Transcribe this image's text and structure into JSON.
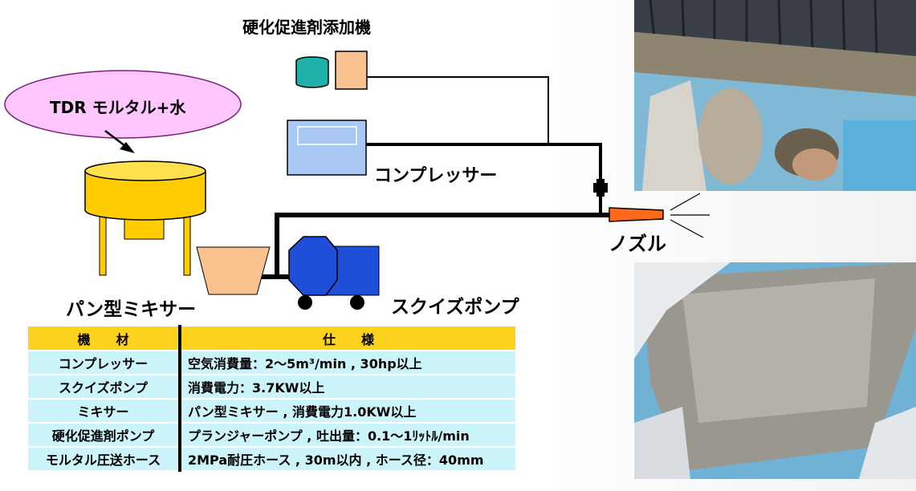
{
  "labels": {
    "accelerator_machine": "硬化促進剤添加機",
    "material_bubble": "TDR モルタル+水",
    "compressor": "コンプレッサー",
    "nozzle": "ノズル",
    "pan_mixer": "パン型ミキサー",
    "squeeze_pump": "スクイズポンプ"
  },
  "table": {
    "headers": [
      "機　　材",
      "仕　　様"
    ],
    "rows": [
      {
        "equipment": "コンプレッサー",
        "spec": "空気消費量：2～5m³/min , 30hp以上"
      },
      {
        "equipment": "スクイズポンプ",
        "spec": "消費電力：3.7KW以上"
      },
      {
        "equipment": "ミキサー",
        "spec": "パン型ミキサー , 消費電力1.0KW以上"
      },
      {
        "equipment": "硬化促進剤ポンプ",
        "spec": "プランジャーポンプ , 吐出量：0.1～1ﾘｯﾄﾙ/min"
      },
      {
        "equipment": "モルタル圧送ホース",
        "spec": "2MPa耐圧ホース , 30m以内 , ホース径：40mm"
      }
    ]
  },
  "colors": {
    "bubble_fill": "#ffc6ff",
    "bubble_stroke": "#7a1f7a",
    "mixer": "#ffcc00",
    "hopper": "#f9c28f",
    "pump": "#1f4fd8",
    "compressor": "#a9c8f5",
    "tank": "#20b2aa",
    "nozzle": "#ff6a1a",
    "header_bg": "#ffd21f",
    "cell_bg": "#ccf4fb"
  },
  "photos": [
    "photo-ceiling-spraying",
    "photo-sprayed-ceiling-surface"
  ]
}
